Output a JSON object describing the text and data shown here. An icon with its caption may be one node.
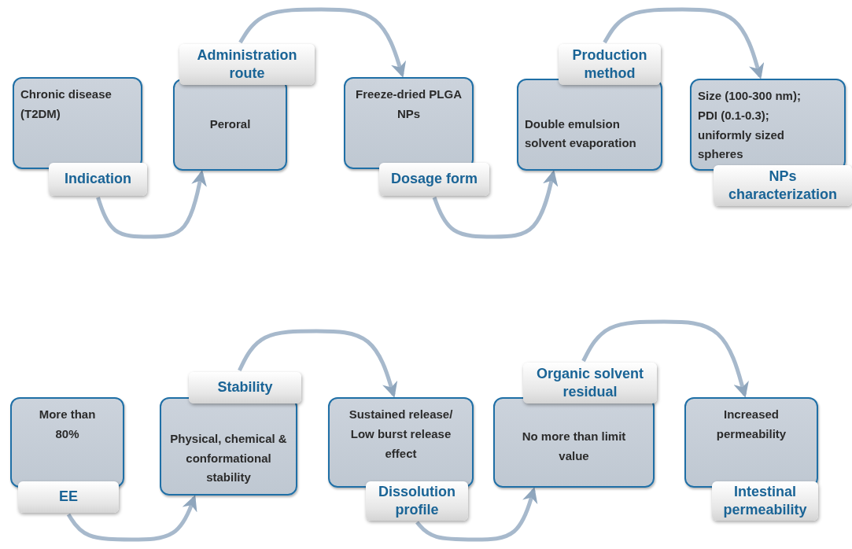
{
  "diagram": {
    "nodes": [
      {
        "text": [
          "Chronic disease (T2DM)"
        ]
      },
      {
        "text": [
          "Indication"
        ]
      },
      {
        "text": [
          "Peroral"
        ]
      },
      {
        "text": [
          "Administration route"
        ]
      },
      {
        "text": [
          "Freeze-dried PLGA NPs"
        ]
      },
      {
        "text": [
          "Dosage form"
        ]
      },
      {
        "text": [
          "Double emulsion solvent evaporation"
        ]
      },
      {
        "text": [
          "Production method"
        ]
      },
      {
        "text": [
          "Size (100-300 nm); PDI (0.1-0.3); uniformly sized spheres"
        ]
      },
      {
        "text": [
          "NPs characterization"
        ]
      },
      {
        "text": [
          "More than 80%"
        ]
      },
      {
        "text": [
          "EE"
        ]
      },
      {
        "text": [
          "Physical, chemical & conformational stability"
        ]
      },
      {
        "text": [
          "Stability"
        ]
      },
      {
        "text": [
          "Sustained release/ Low burst release effect"
        ]
      },
      {
        "text": [
          "Dissolution profile"
        ]
      },
      {
        "text": [
          "No more than limit value"
        ]
      },
      {
        "text": [
          "Organic solvent residual"
        ]
      },
      {
        "text": [
          "Increased permeability"
        ]
      },
      {
        "text": [
          "Intestinal permeability"
        ]
      }
    ],
    "edges": [
      {
        "from": 1,
        "to": 2,
        "arrow": "to"
      },
      {
        "from": 3,
        "to": 4,
        "arrow": "to"
      },
      {
        "from": 5,
        "to": 6,
        "arrow": "to"
      },
      {
        "from": 7,
        "to": 8,
        "arrow": "to"
      },
      {
        "from": 11,
        "to": 12,
        "arrow": "to"
      },
      {
        "from": 13,
        "to": 14,
        "arrow": "to"
      },
      {
        "from": 15,
        "to": 16,
        "arrow": "to"
      },
      {
        "from": 17,
        "to": 18,
        "arrow": "to"
      }
    ]
  }
}
